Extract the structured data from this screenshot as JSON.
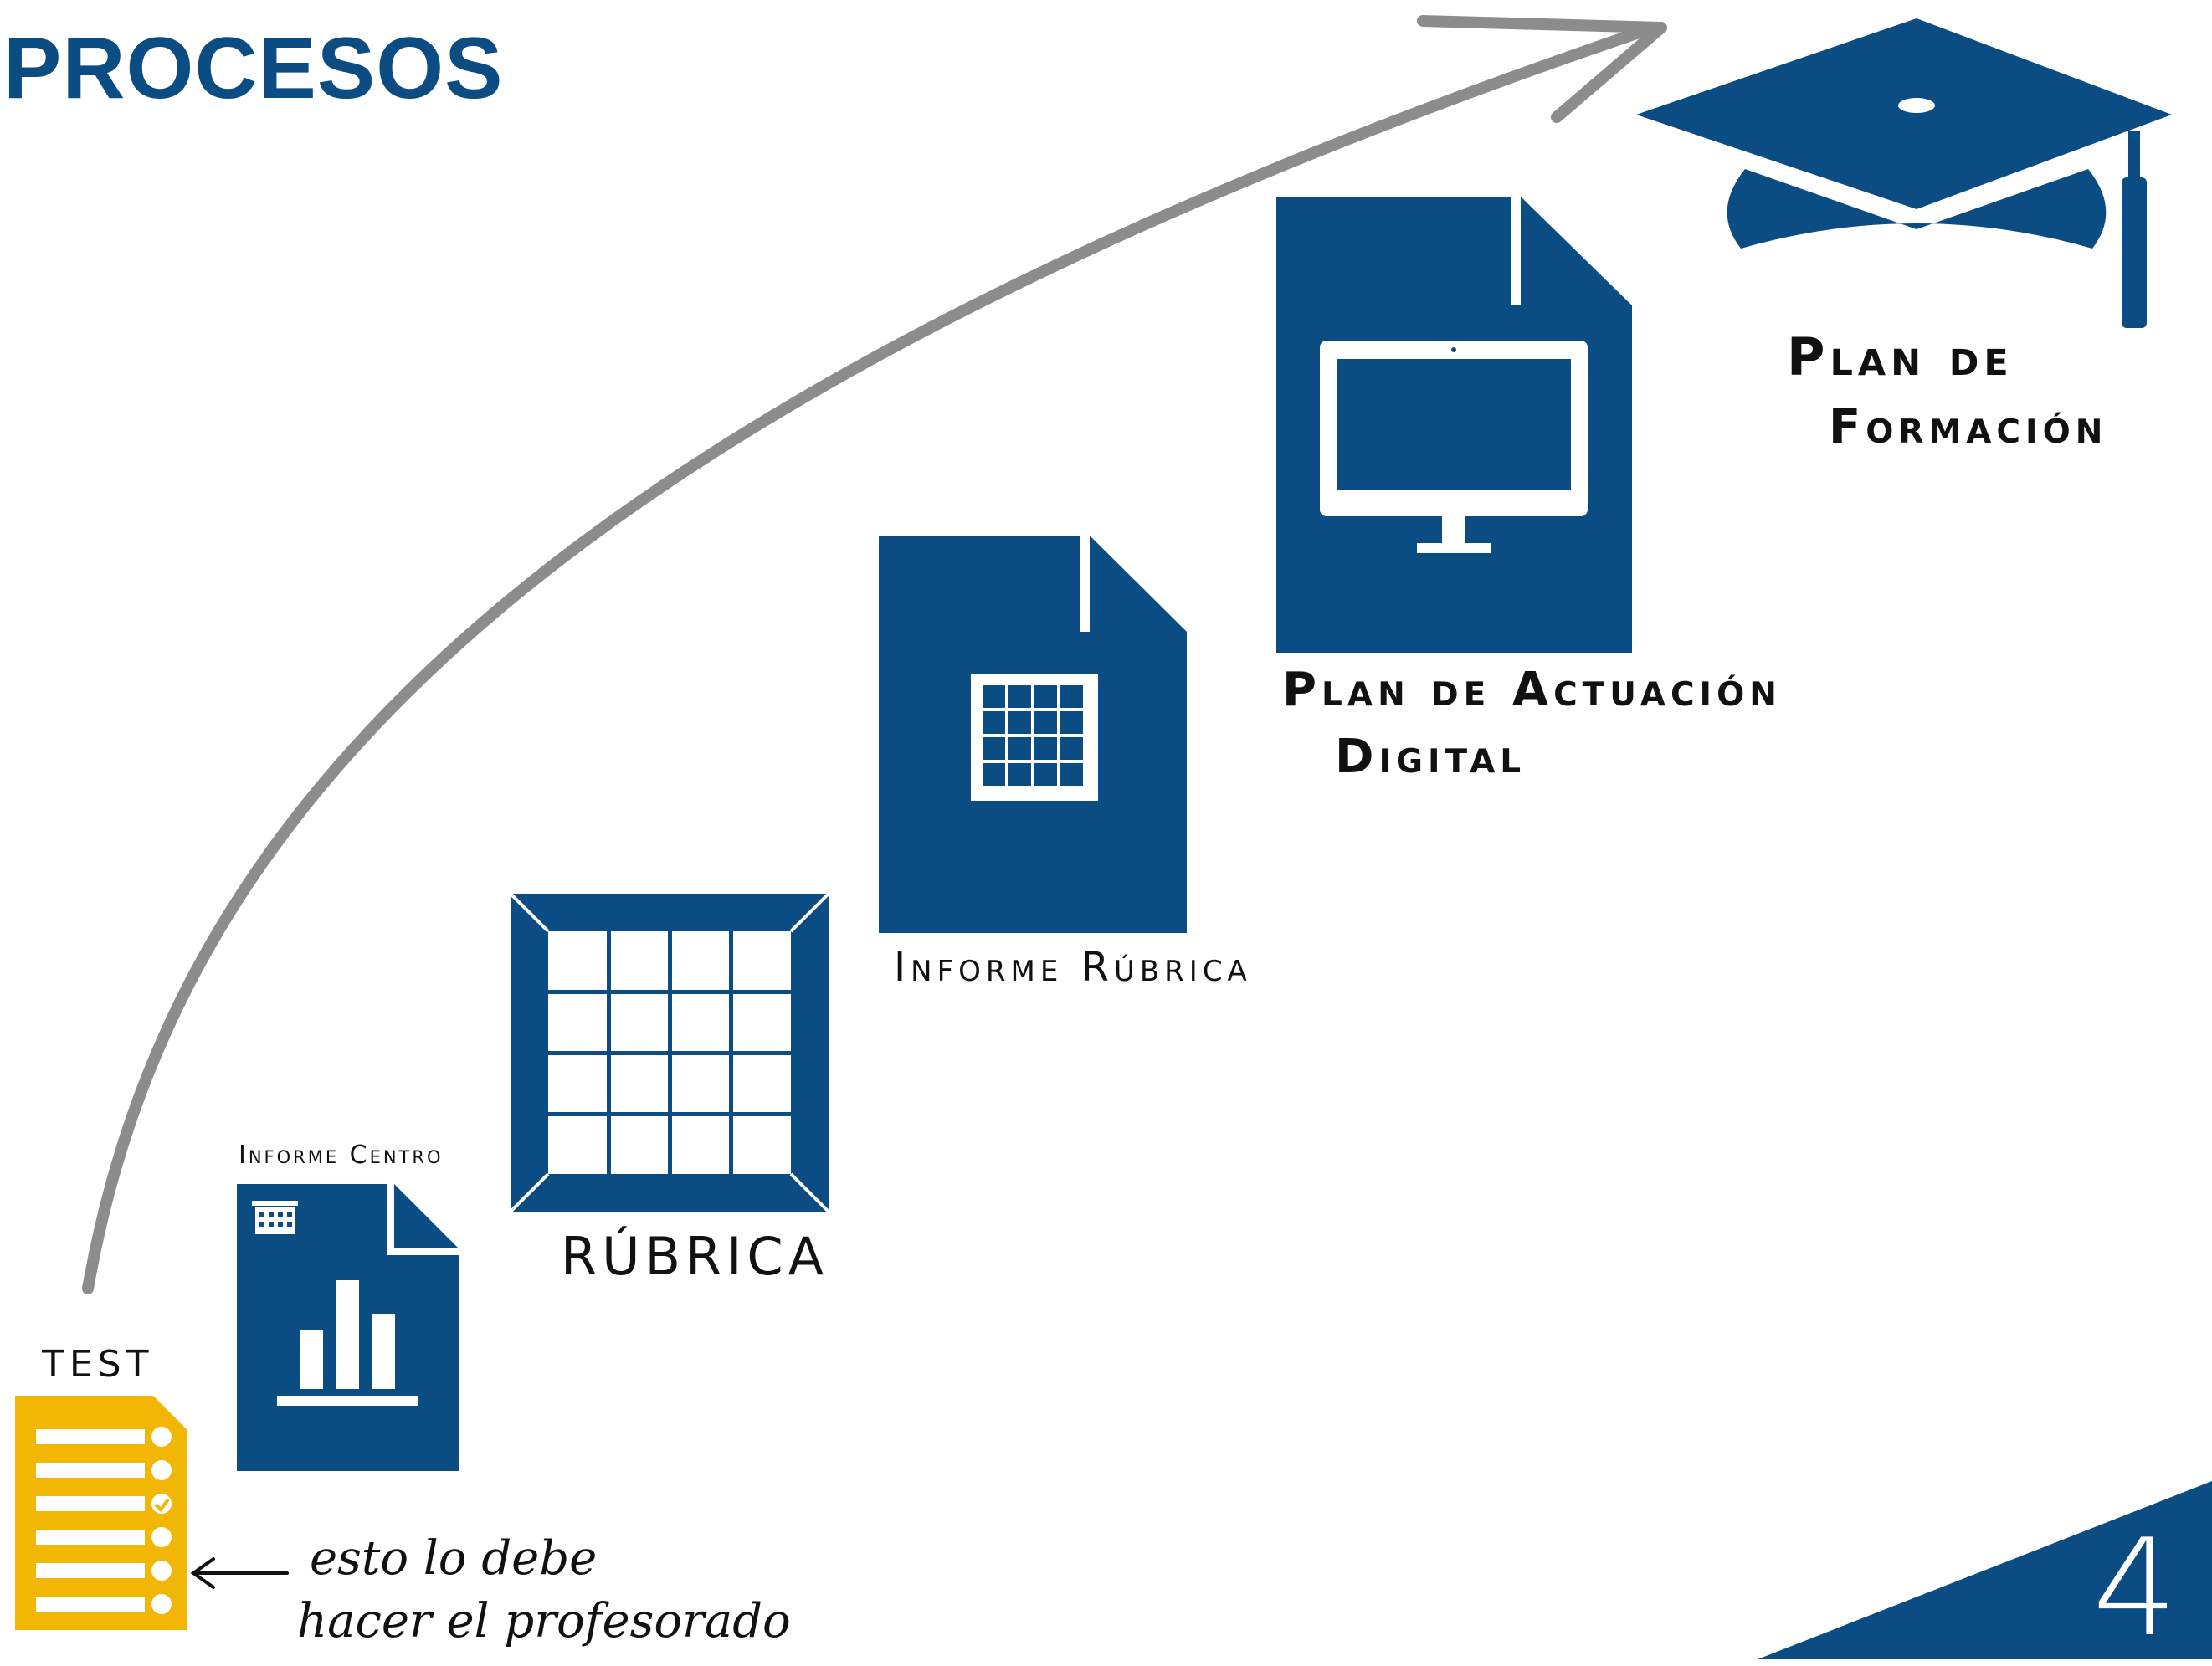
{
  "title": "PROCESOS",
  "steps": {
    "test": "TEST",
    "informe_centro": "Informe Centro",
    "rubrica": "RÚBRICA",
    "informe_rubrica": "Informe Rúbrica",
    "plan_actuacion_line1": "Plan de Actuación",
    "plan_actuacion_line2": "Digital",
    "plan_formacion_line1": "Plan de",
    "plan_formacion_line2": "Formación"
  },
  "note": {
    "line1": "esto lo debe",
    "line2": "hacer el profesorado"
  },
  "page_number": "4",
  "colors": {
    "primary_blue": "#0b4c82",
    "test_yellow": "#f2b705",
    "arrow_gray": "#8c8c8c"
  },
  "icons": [
    "checklist-icon",
    "document-chart-icon",
    "building-icon",
    "grid-icon",
    "document-grid-icon",
    "document-monitor-icon",
    "graduation-cap-icon",
    "arrow-icon"
  ]
}
